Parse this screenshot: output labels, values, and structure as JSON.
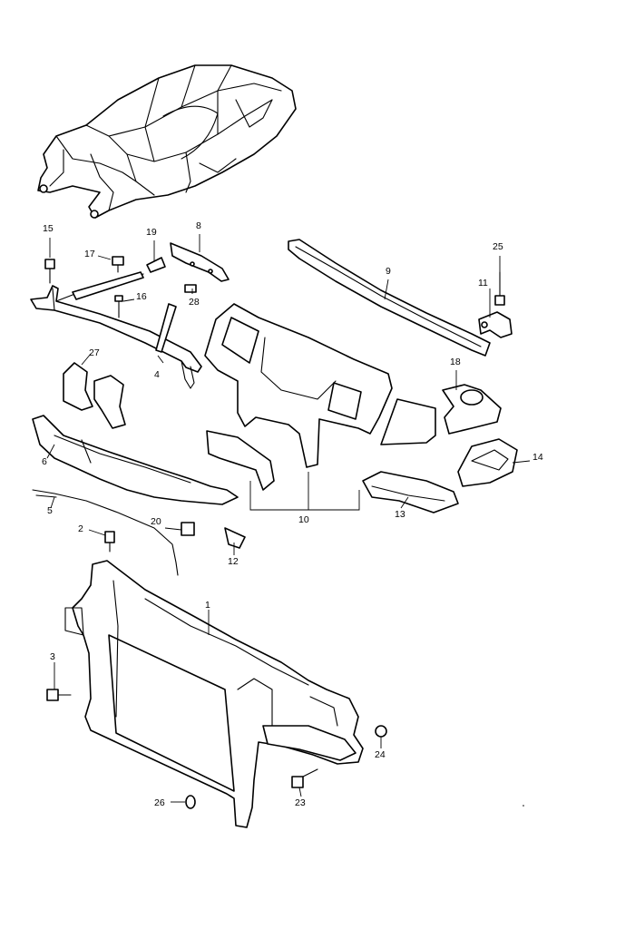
{
  "diagram": {
    "callouts": [
      {
        "id": "c1",
        "label": "1"
      },
      {
        "id": "c2",
        "label": "2"
      },
      {
        "id": "c3",
        "label": "3"
      },
      {
        "id": "c4",
        "label": "4"
      },
      {
        "id": "c5",
        "label": "5"
      },
      {
        "id": "c6",
        "label": "6"
      },
      {
        "id": "c8",
        "label": "8"
      },
      {
        "id": "c9",
        "label": "9"
      },
      {
        "id": "c10",
        "label": "10"
      },
      {
        "id": "c11",
        "label": "11"
      },
      {
        "id": "c12",
        "label": "12"
      },
      {
        "id": "c13",
        "label": "13"
      },
      {
        "id": "c14",
        "label": "14"
      },
      {
        "id": "c15",
        "label": "15"
      },
      {
        "id": "c16",
        "label": "16"
      },
      {
        "id": "c17",
        "label": "17"
      },
      {
        "id": "c18",
        "label": "18"
      },
      {
        "id": "c19",
        "label": "19"
      },
      {
        "id": "c20",
        "label": "20"
      },
      {
        "id": "c23",
        "label": "23"
      },
      {
        "id": "c24",
        "label": "24"
      },
      {
        "id": "c25",
        "label": "25"
      },
      {
        "id": "c26",
        "label": "26"
      },
      {
        "id": "c27",
        "label": "27"
      },
      {
        "id": "c28",
        "label": "28"
      }
    ]
  }
}
